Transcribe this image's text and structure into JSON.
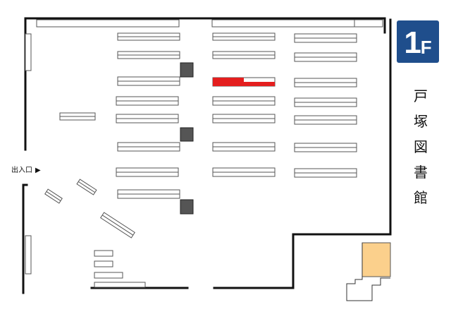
{
  "floor_badge": {
    "number": "1",
    "letter": "F",
    "color": "#1f4e8c"
  },
  "library_name": "戸塚図書館",
  "entrance": {
    "label": "出入口",
    "arrow": "▶"
  },
  "colors": {
    "wall": "#111111",
    "shelf_border": "#555555",
    "column": "#555555",
    "highlight_shelf": "#e41e1e",
    "orange_room": "#fbd08c"
  },
  "legend_highlight": "current-location-shelf"
}
